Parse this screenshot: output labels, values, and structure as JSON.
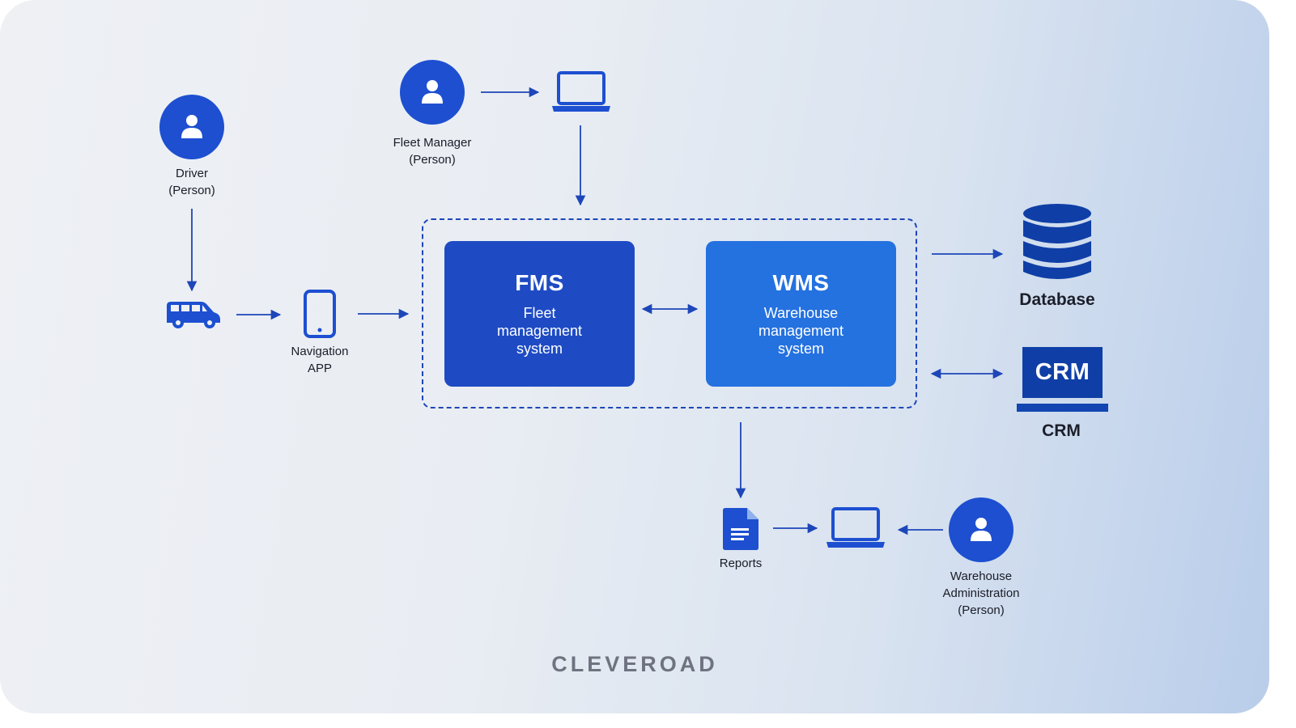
{
  "nodes": {
    "driver": {
      "name": "Driver",
      "type": "(Person)"
    },
    "fleet_manager": {
      "name": "Fleet Manager",
      "type": "(Person)"
    },
    "navigation_app": {
      "line1": "Navigation",
      "line2": "APP"
    },
    "fms": {
      "abbr": "FMS",
      "line1": "Fleet",
      "line2": "management",
      "line3": "system"
    },
    "wms": {
      "abbr": "WMS",
      "line1": "Warehouse",
      "line2": "management",
      "line3": "system"
    },
    "database": {
      "label": "Database"
    },
    "crm": {
      "screen_text": "CRM",
      "label": "CRM"
    },
    "reports": {
      "label": "Reports"
    },
    "warehouse_admin": {
      "line1": "Warehouse",
      "line2": "Administration",
      "line3": "(Person)"
    }
  },
  "brand": "CLEVEROAD",
  "colors": {
    "primary_blue": "#1d4fd0",
    "fms_box": "#1e4bc4",
    "wms_box": "#2471e0",
    "crm_screen": "#0f3fa6",
    "arrow": "#1d46b8",
    "text": "#1a1d26"
  },
  "icons": [
    "person-icon",
    "laptop-icon",
    "van-icon",
    "smartphone-icon",
    "database-icon",
    "document-icon"
  ],
  "edges": [
    {
      "from": "fleet_manager",
      "to": "fleet_manager_laptop",
      "direction": "one-way"
    },
    {
      "from": "fleet_manager_laptop",
      "to": "system_boundary",
      "direction": "one-way"
    },
    {
      "from": "driver",
      "to": "van",
      "direction": "one-way"
    },
    {
      "from": "van",
      "to": "navigation_app",
      "direction": "one-way"
    },
    {
      "from": "navigation_app",
      "to": "system_boundary",
      "direction": "one-way"
    },
    {
      "from": "fms",
      "to": "wms",
      "direction": "two-way"
    },
    {
      "from": "system_boundary",
      "to": "database",
      "direction": "one-way"
    },
    {
      "from": "system_boundary",
      "to": "crm",
      "direction": "two-way"
    },
    {
      "from": "system_boundary",
      "to": "reports",
      "direction": "one-way"
    },
    {
      "from": "reports",
      "to": "admin_laptop",
      "direction": "one-way"
    },
    {
      "from": "warehouse_admin",
      "to": "admin_laptop",
      "direction": "one-way"
    }
  ]
}
